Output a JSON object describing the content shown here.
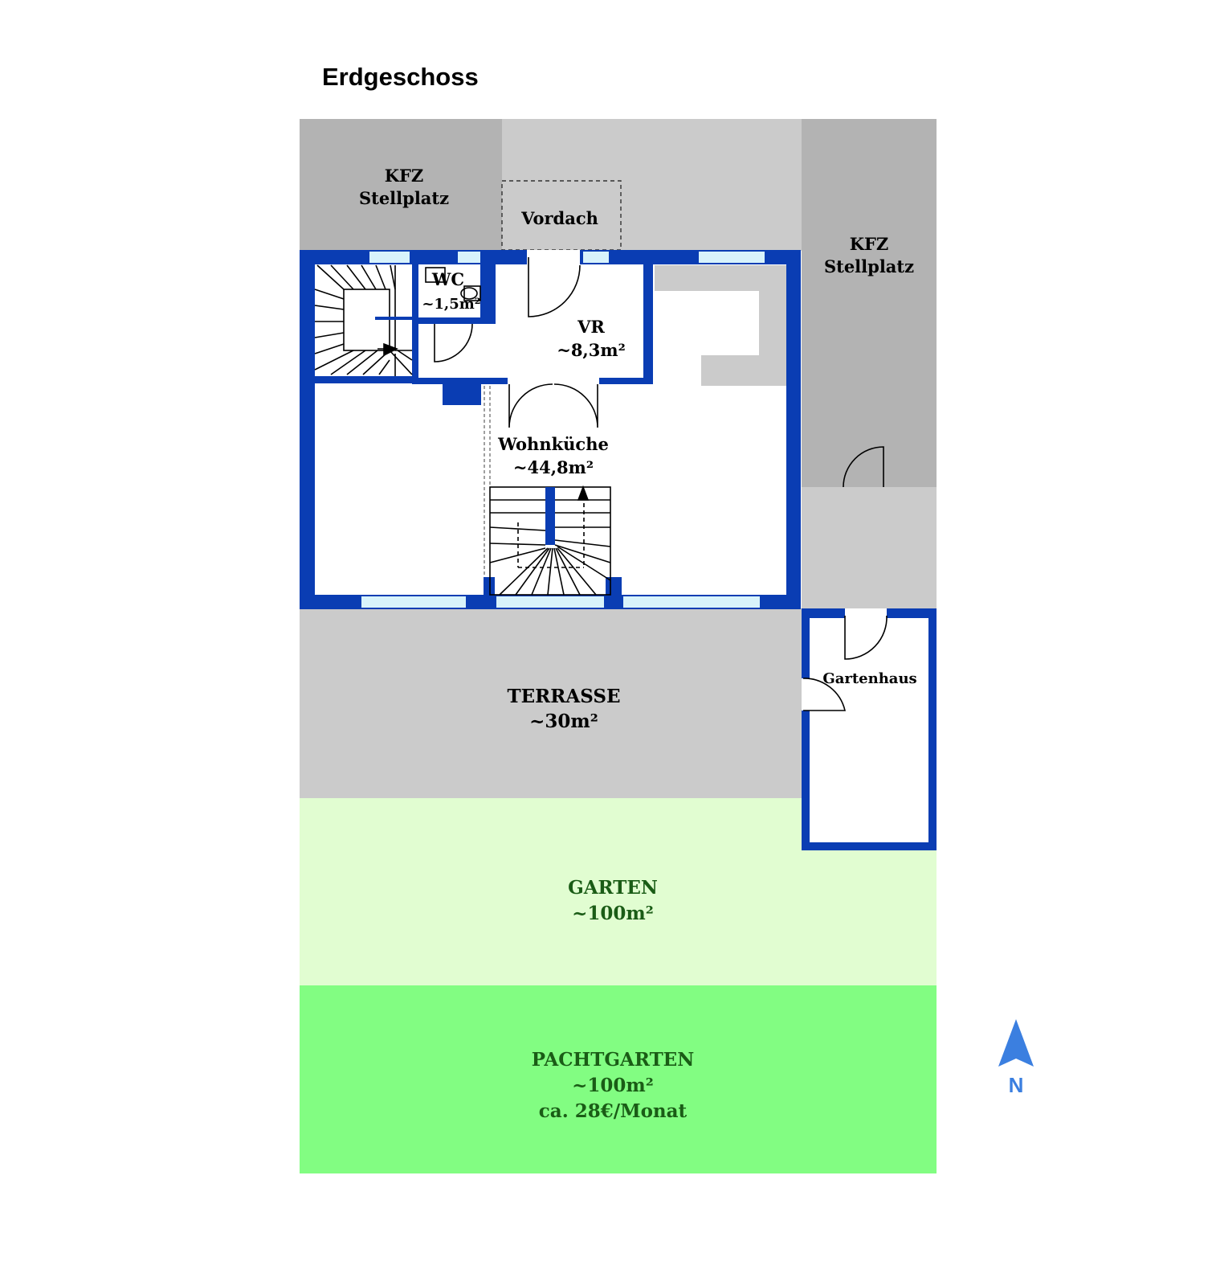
{
  "title": "Erdgeschoss",
  "labels": {
    "kfz_left": [
      "KFZ",
      "Stellplatz"
    ],
    "kfz_right": [
      "KFZ",
      "Stellplatz"
    ],
    "vordach": "Vordach",
    "wc": [
      "WC",
      "~1,5m²"
    ],
    "vr": [
      "VR",
      "~8,3m²"
    ],
    "wohnkueche": [
      "Wohnküche",
      "~44,8m²"
    ],
    "gartenhaus": "Gartenhaus",
    "terrasse": [
      "TERRASSE",
      "~30m²"
    ],
    "garten": [
      "GARTEN",
      "~100m²"
    ],
    "pachtgarten": [
      "PACHTGARTEN",
      "~100m²",
      "ca. 28€/Monat"
    ],
    "north": "N"
  },
  "colors": {
    "wall": "#0a3db3",
    "window": "#d8f3fb",
    "paving_dark": "#b3b3b3",
    "paving_light": "#cbcbcb",
    "garden": "#e1fdd1",
    "lease_garden": "#82fd82",
    "garden_text": "#1a5c16",
    "north_arrow": "#3b7fe0"
  }
}
